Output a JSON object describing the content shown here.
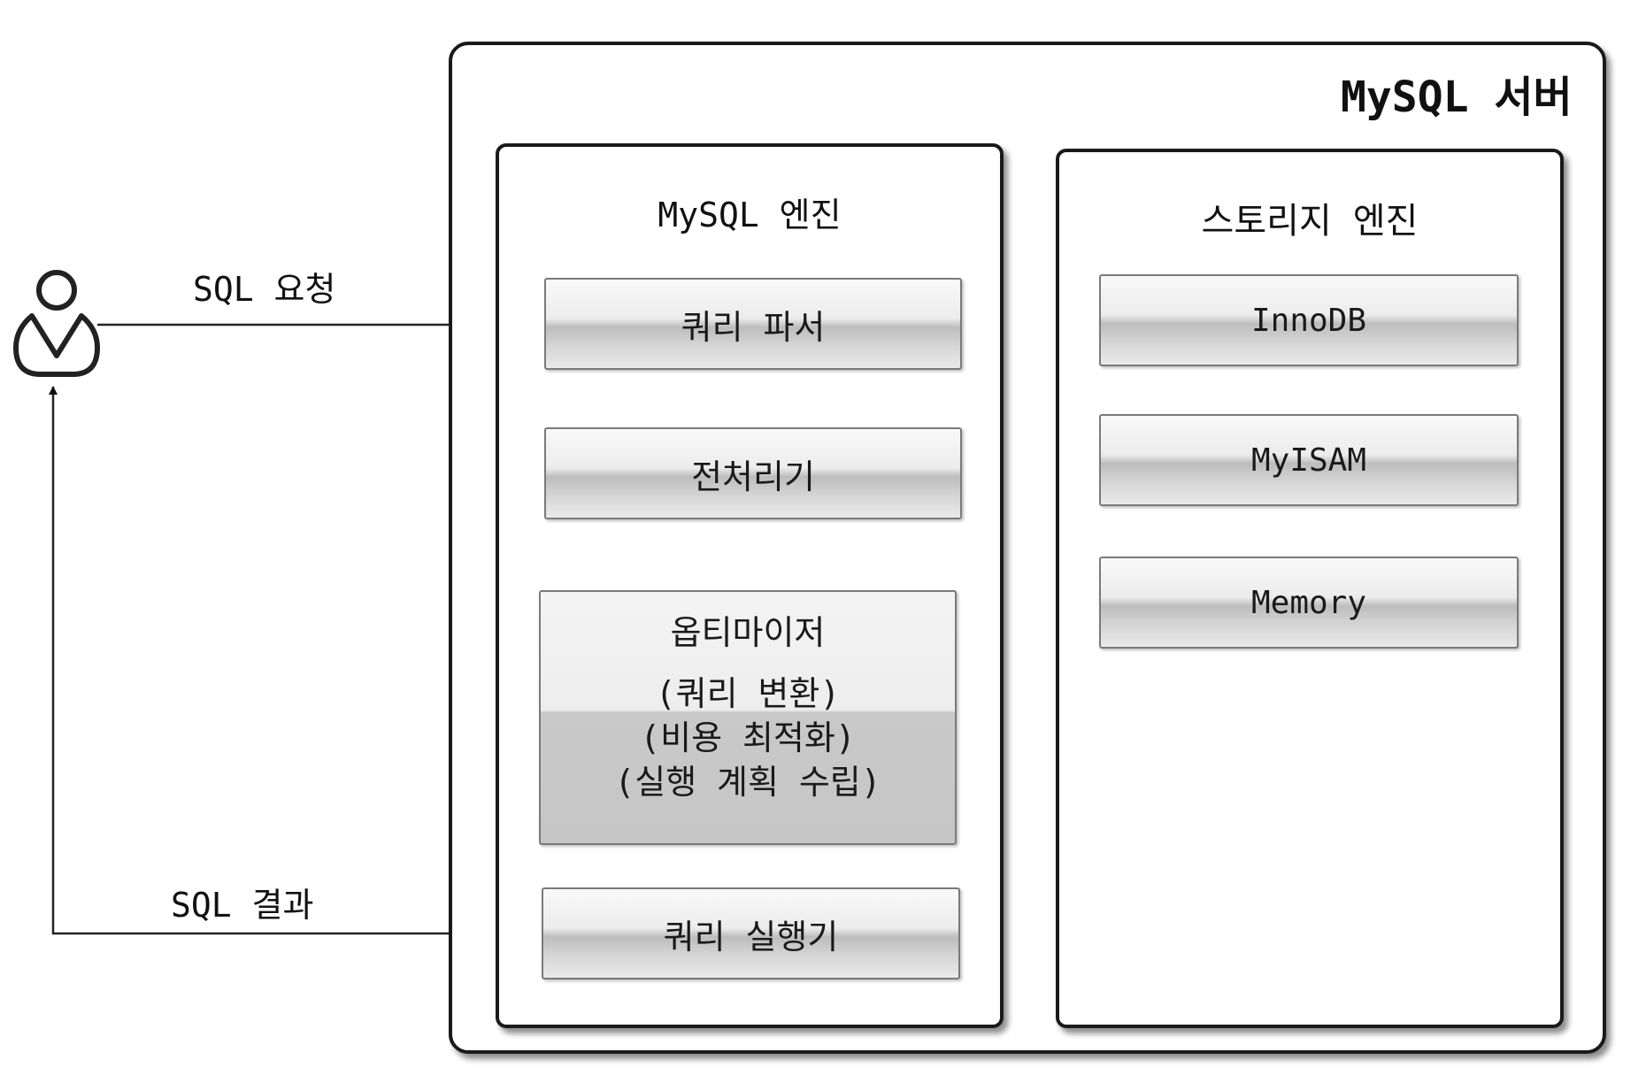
{
  "server": {
    "title": "MySQL 서버"
  },
  "mysql_engine": {
    "title": "MySQL 엔진",
    "parser": "쿼리 파서",
    "preprocessor": "전처리기",
    "optimizer": {
      "title": "옵티마이저",
      "lines": [
        "(쿼리 변환)",
        "(비용 최적화)",
        "(실행 계획 수립)"
      ]
    },
    "executor": "쿼리 실행기"
  },
  "storage_engine": {
    "title": "스토리지 엔진",
    "engines": [
      "InnoDB",
      "MyISAM",
      "Memory"
    ]
  },
  "client": {
    "icon": "user-icon",
    "request_label": "SQL 요청",
    "result_label": "SQL 결과"
  }
}
